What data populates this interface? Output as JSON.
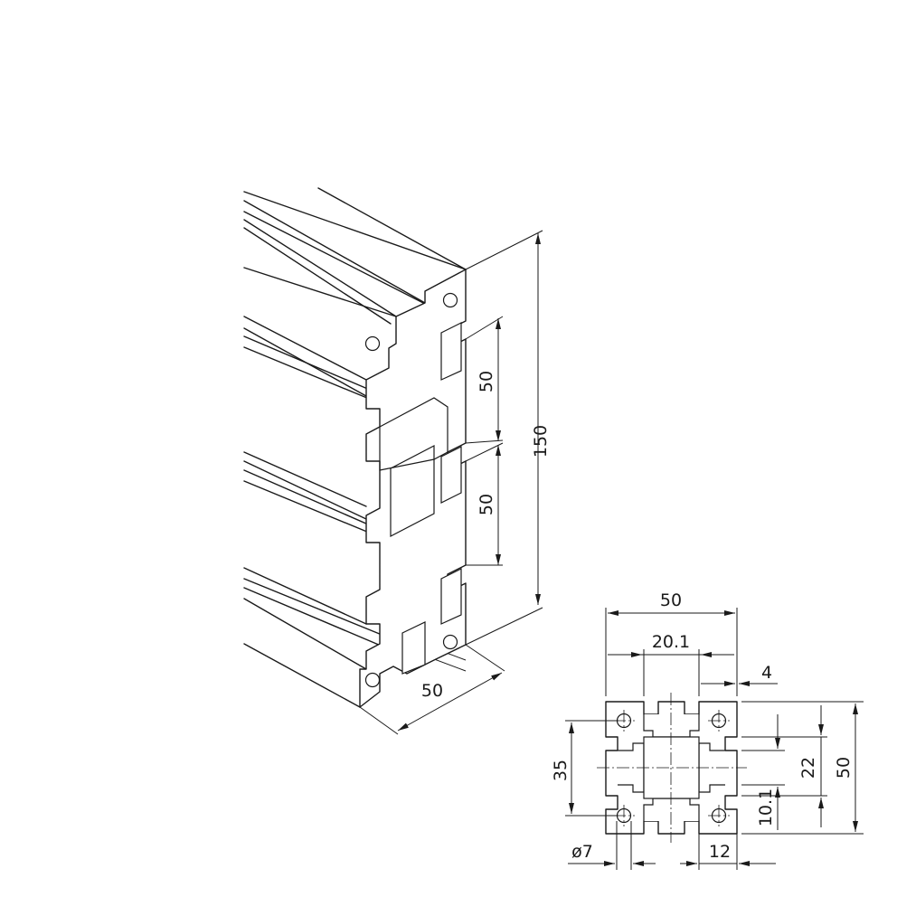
{
  "iso_view": {
    "dimensions": {
      "height_total": "150",
      "module_upper": "50",
      "module_lower": "50",
      "depth": "50"
    }
  },
  "section_view": {
    "dimensions": {
      "width": "50",
      "slot_width": "20.1",
      "wall": "4",
      "height": "50",
      "hole_spacing": "35",
      "slot_depth": "22",
      "core_offset": "10.1",
      "hole_diameter": "ø7",
      "edge_offset": "12"
    }
  }
}
